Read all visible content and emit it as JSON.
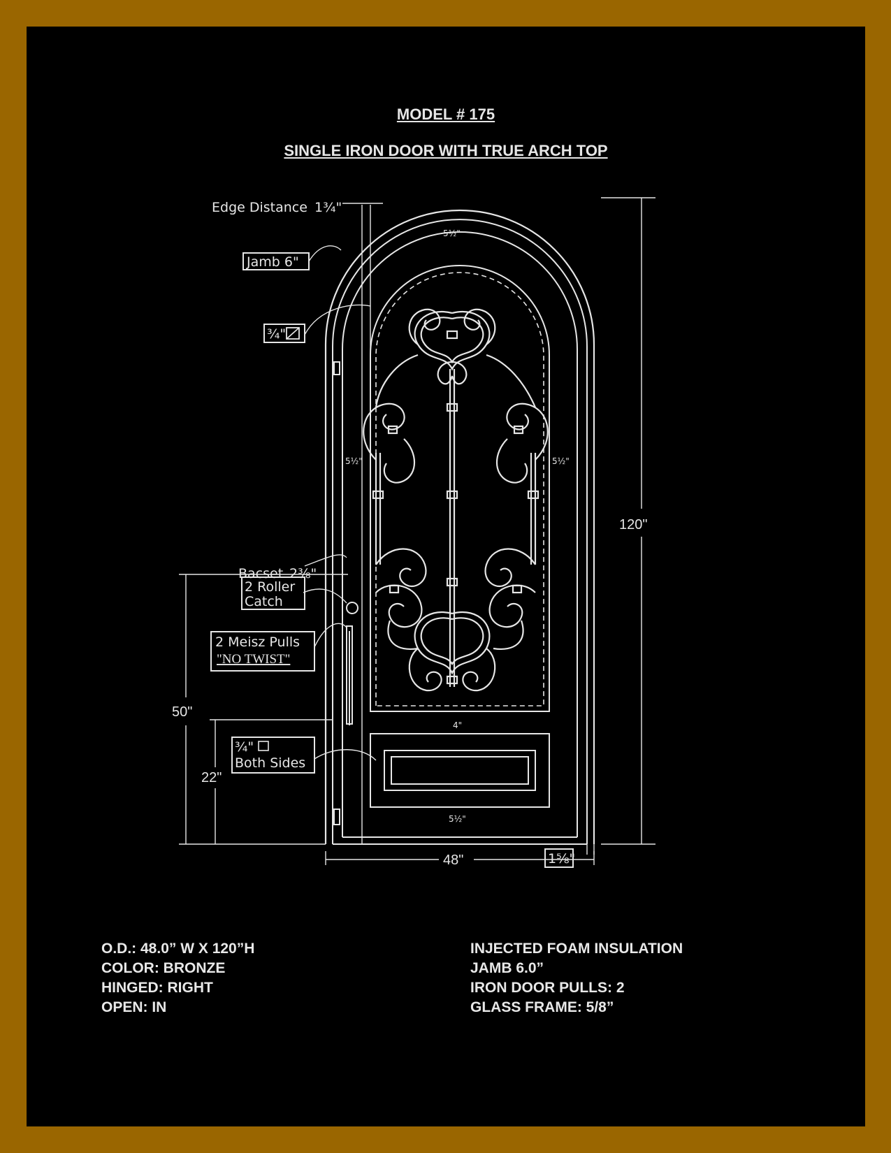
{
  "header": {
    "model": "MODEL # 175",
    "subtitle": "SINGLE IRON DOOR WITH TRUE ARCH TOP"
  },
  "callouts": {
    "edge_distance": "Edge  Distance",
    "edge_distance_value": "1¾\"",
    "jamb": "Jamb  6\"",
    "glass_frame": "¾\"",
    "backset": "Bacset",
    "backset_value": "2⅜\"",
    "roller_catch_line1": "2  Roller",
    "roller_catch_line2": "Catch",
    "pulls_line1": "2  Meisz  Pulls",
    "pulls_line2": "\"NO TWIST\"",
    "both_sides_line1": "¾\"",
    "both_sides_line2": "Both  Sides"
  },
  "dimensions": {
    "height": "120\"",
    "width": "48\"",
    "handle_height": "50\"",
    "panel_height": "22\"",
    "frame_depth": "1⅝\"",
    "top_margin": "5½\"",
    "left_margin": "5½\"",
    "right_margin": "5½\"",
    "bottom_margin": "5½\"",
    "rail_gap": "4\""
  },
  "specs_left": [
    "O.D.: 48.0” W X 120”H",
    "COLOR: BRONZE",
    "HINGED: RIGHT",
    "OPEN: IN"
  ],
  "specs_right": [
    "INJECTED FOAM INSULATION",
    "JAMB 6.0”",
    "IRON DOOR PULLS: 2",
    "GLASS FRAME: 5/8”"
  ],
  "colors": {
    "frame": "#9a6600",
    "background": "#000000",
    "linework": "#e6e6e6"
  }
}
